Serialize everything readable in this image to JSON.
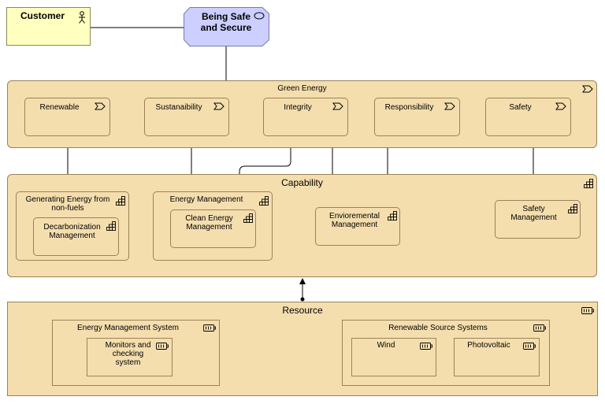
{
  "stakeholder": {
    "label": "Customer",
    "icon": "actor-icon"
  },
  "goal": {
    "label": "Being Safe and Secure",
    "icon": "goal-ellipse-icon"
  },
  "value_stream": {
    "label": "Green Energy",
    "icon": "value-stream-chevron-icon",
    "stages": [
      "Renewable",
      "Sustanaibility",
      "Integrity",
      "Responsibility",
      "Safety"
    ]
  },
  "capability": {
    "label": "Capability",
    "icon": "capability-icon",
    "groups": [
      {
        "label": "Generating Energy from non-fuels",
        "child": "Decarbonization Management"
      },
      {
        "label": "Energy Management",
        "child": "Clean Energy Management"
      }
    ],
    "items": [
      "Envioremental Management",
      "Safety Management"
    ]
  },
  "resource": {
    "label": "Resource",
    "icon": "battery-icon",
    "groups": [
      {
        "label": "Energy Management System",
        "children": [
          "Monitors and checking system"
        ]
      },
      {
        "label": "Renewable Source Systems",
        "children": [
          "Wind",
          "Photovoltaic"
        ]
      }
    ]
  },
  "colors": {
    "stakeholder_fill": "#ffffc0",
    "goal_fill": "#cccfff",
    "strategy_fill": "#f5deae",
    "border": "#9a8258"
  }
}
